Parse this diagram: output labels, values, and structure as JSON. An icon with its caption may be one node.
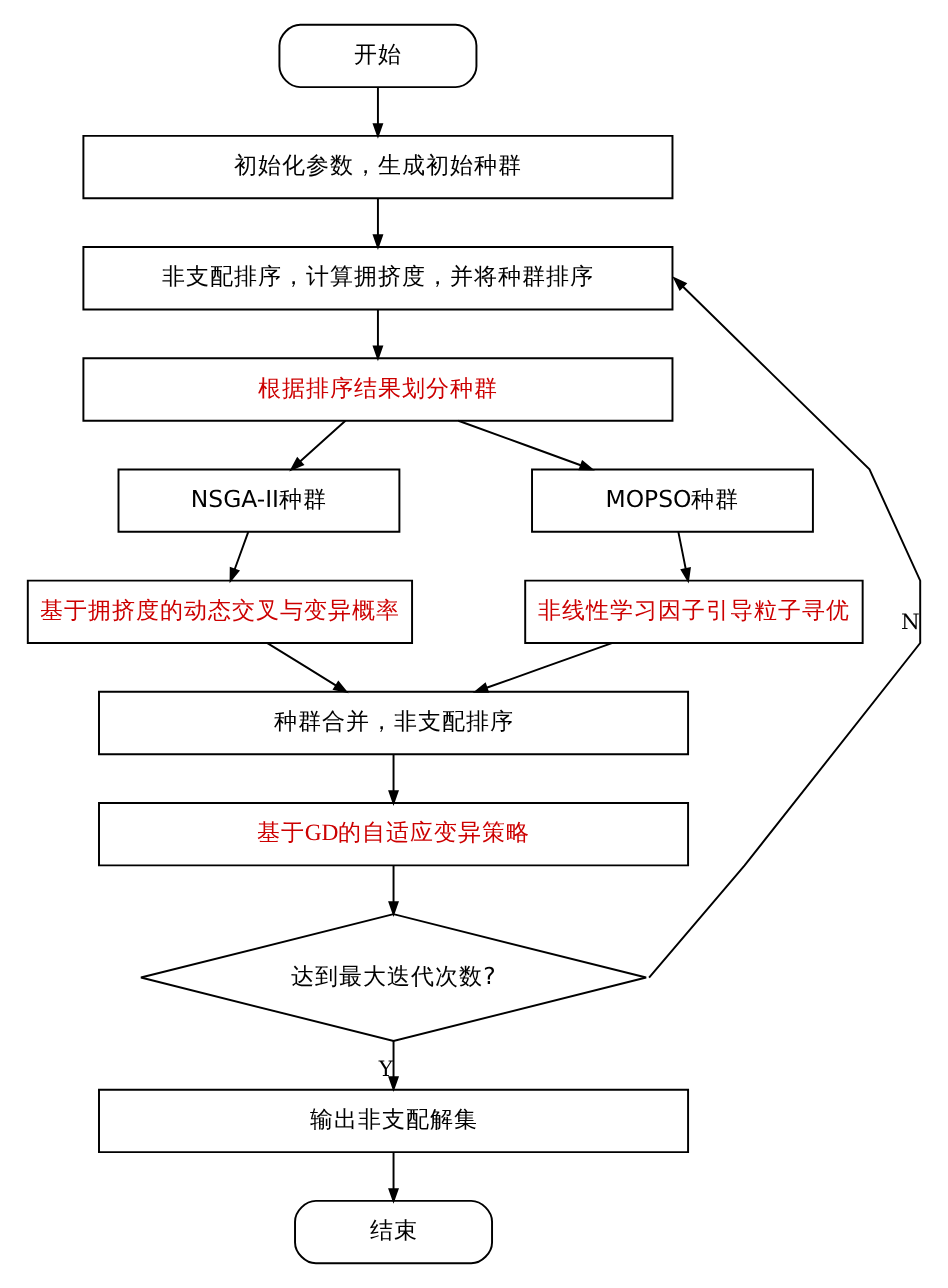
{
  "diagram": {
    "nodes": [
      {
        "text": [
          "开始"
        ]
      },
      {
        "text": [
          "初始化参数，生成初始种群"
        ]
      },
      {
        "text": [
          "非支配排序，计算拥挤度，并将种群排序"
        ]
      },
      {
        "text": [
          "根据排序结果划分种群"
        ]
      },
      {
        "text": [
          "NSGA-II种群"
        ]
      },
      {
        "text": [
          "MOPSO种群"
        ]
      },
      {
        "text": [
          "基于拥挤度的动态交叉与变异概率"
        ]
      },
      {
        "text": [
          "非线性学习因子引导粒子寻优"
        ]
      },
      {
        "text": [
          "种群合并，非支配排序"
        ]
      },
      {
        "text": [
          "基于GD的自适应变异策略"
        ]
      },
      {
        "text": [
          "达到最大迭代次数?"
        ]
      },
      {
        "text": [
          "输出非支配解集"
        ]
      },
      {
        "text": [
          "结束"
        ]
      }
    ],
    "edges": [
      {
        "from": 0,
        "to": 1,
        "arrow": "to"
      },
      {
        "from": 1,
        "to": 2,
        "arrow": "to"
      },
      {
        "from": 2,
        "to": 3,
        "arrow": "to"
      },
      {
        "from": 3,
        "to": 4,
        "arrow": "to"
      },
      {
        "from": 3,
        "to": 5,
        "arrow": "to"
      },
      {
        "from": 4,
        "to": 6,
        "arrow": "to"
      },
      {
        "from": 5,
        "to": 7,
        "arrow": "to"
      },
      {
        "from": 6,
        "to": 8,
        "arrow": "to"
      },
      {
        "from": 7,
        "to": 8,
        "arrow": "to"
      },
      {
        "from": 8,
        "to": 9,
        "arrow": "to"
      },
      {
        "from": 9,
        "to": 10,
        "arrow": "to"
      },
      {
        "from": 10,
        "to": 2,
        "arrow": "to",
        "label": "N"
      },
      {
        "from": 10,
        "to": 11,
        "arrow": "to",
        "label": "Y"
      },
      {
        "from": 11,
        "to": 12,
        "arrow": "to"
      }
    ]
  }
}
